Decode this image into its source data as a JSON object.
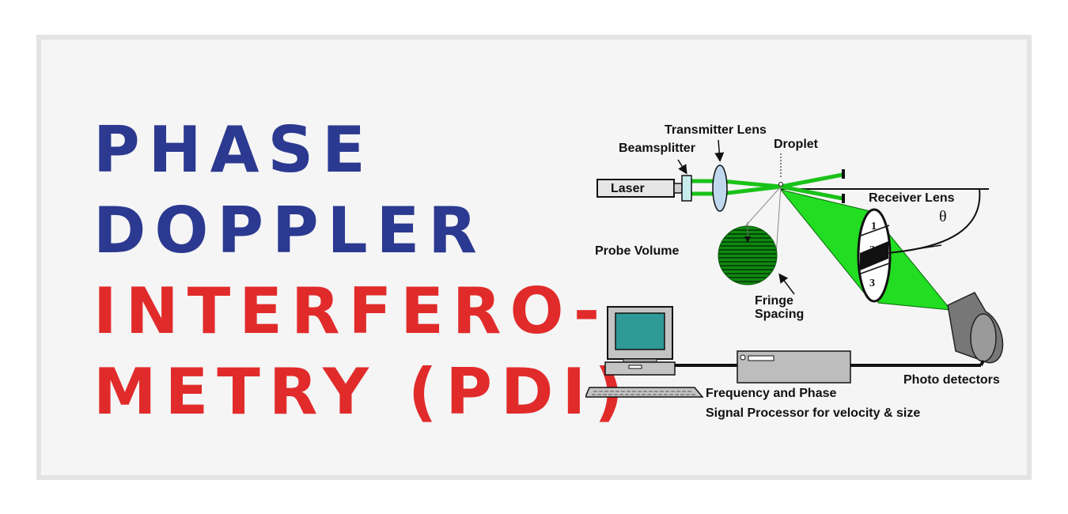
{
  "title": {
    "line1": "PHASE",
    "line2": "DOPPLER",
    "line3": "INTERFERO-",
    "line4": "METRY (PDI)"
  },
  "colors": {
    "title_primary": "#2b3990",
    "title_accent": "#e12b2b",
    "beam_green": "#19c219",
    "cone_green": "#22dd22",
    "background": "#f5f5f5",
    "border": "#e4e4e4"
  },
  "diagram": {
    "labels": {
      "transmitter_lens": "Transmitter Lens",
      "beamsplitter": "Beamsplitter",
      "droplet": "Droplet",
      "laser": "Laser",
      "receiver_lens": "Receiver Lens",
      "theta": "θ",
      "probe_volume": "Probe Volume",
      "fringe": "Fringe",
      "spacing": "Spacing",
      "photo_detectors": "Photo detectors",
      "processor_line1": "Frequency and Phase",
      "processor_line2": "Signal Processor for velocity & size"
    },
    "receiver_segments": [
      "1",
      "2",
      "3"
    ],
    "icons": [
      "computer-icon",
      "keyboard-icon",
      "signal-processor-icon",
      "photo-detector-icon",
      "laser-icon"
    ]
  }
}
